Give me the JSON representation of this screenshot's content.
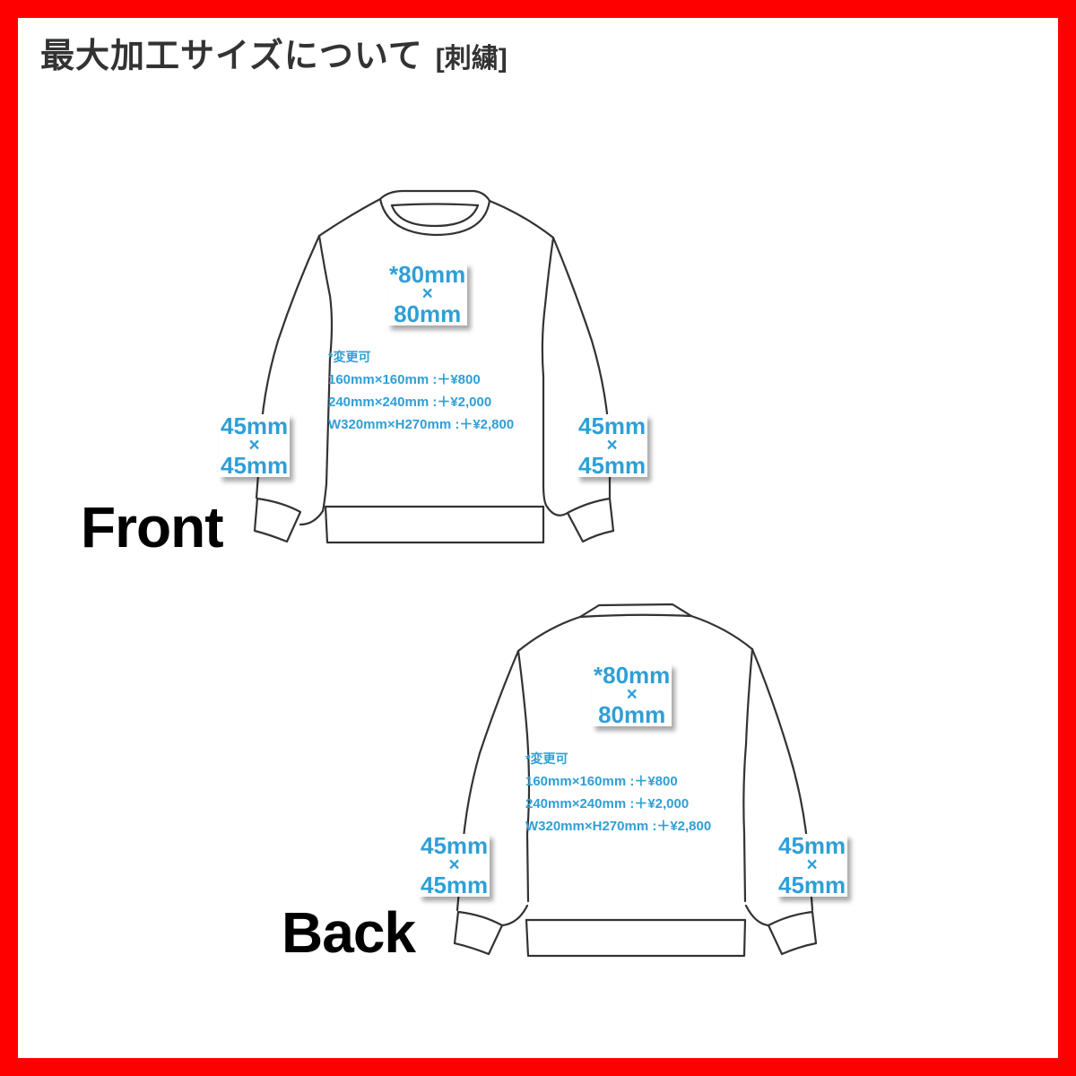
{
  "colors": {
    "frame": "#ff0000",
    "background": "#ffffff",
    "title_text": "#333333",
    "accent_blue": "#2f9fd6",
    "outline": "#333333",
    "view_label": "#000000"
  },
  "header": {
    "title": "最大加工サイズについて",
    "subtitle": "[刺繍]"
  },
  "front": {
    "label": "Front",
    "chest": {
      "line1": "*80mm",
      "x": "×",
      "line2": "80mm"
    },
    "options": {
      "heading": "*変更可",
      "items": [
        "160mm×160mm :＋¥800",
        "240mm×240mm :＋¥2,000",
        "W320mm×H270mm :＋¥2,800"
      ]
    },
    "left_sleeve": {
      "line1": "45mm",
      "x": "×",
      "line2": "45mm"
    },
    "right_sleeve": {
      "line1": "45mm",
      "x": "×",
      "line2": "45mm"
    }
  },
  "back": {
    "label": "Back",
    "center": {
      "line1": "*80mm",
      "x": "×",
      "line2": "80mm"
    },
    "options": {
      "heading": "*変更可",
      "items": [
        "160mm×160mm :＋¥800",
        "240mm×240mm :＋¥2,000",
        "W320mm×H270mm :＋¥2,800"
      ]
    },
    "left_sleeve": {
      "line1": "45mm",
      "x": "×",
      "line2": "45mm"
    },
    "right_sleeve": {
      "line1": "45mm",
      "x": "×",
      "line2": "45mm"
    }
  }
}
